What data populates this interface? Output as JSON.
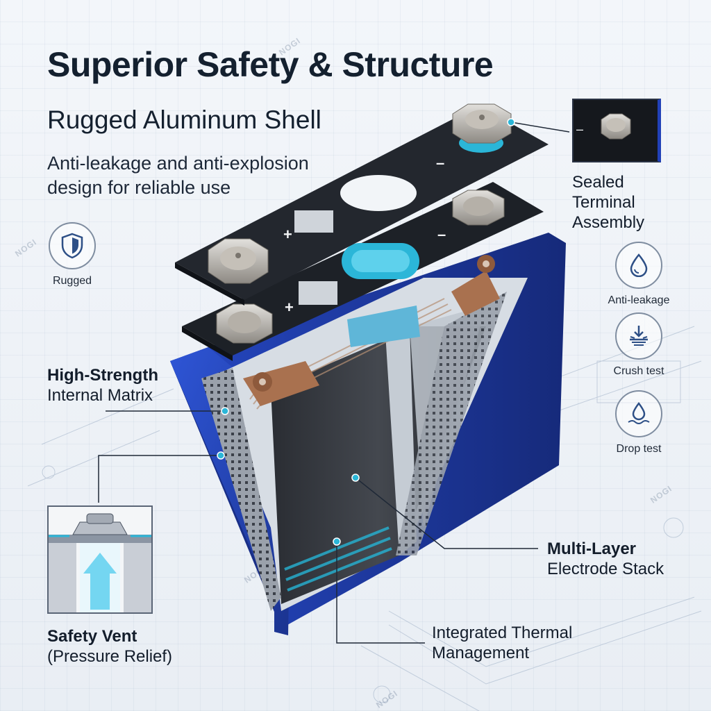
{
  "headline": "Superior Safety & Structure",
  "subheadline": "Rugged Aluminum Shell",
  "description": "Anti-leakage and anti-explosion design for reliable use",
  "badges": {
    "rugged": "Rugged",
    "anti_leakage": "Anti-leakage",
    "crush_test": "Crush test",
    "drop_test": "Drop test"
  },
  "callouts": {
    "sealed_terminal": [
      "Sealed",
      "Terminal",
      "Assembly"
    ],
    "internal_matrix": {
      "bold": "High-Strength",
      "regular": "Internal Matrix"
    },
    "electrode_stack": {
      "bold": "Multi-Layer",
      "regular": "Electrode Stack"
    },
    "safety_vent": {
      "bold": "Safety Vent",
      "regular": "(Pressure Relief)"
    },
    "thermal": [
      "Integrated Thermal",
      "Management"
    ]
  },
  "terminal_signs": {
    "plus": "+",
    "minus": "–"
  },
  "watermark": "NOGI",
  "colors": {
    "shell_blue": "#2141b8",
    "accent_cyan": "#2bb6d8",
    "text_dark": "#14202f"
  }
}
